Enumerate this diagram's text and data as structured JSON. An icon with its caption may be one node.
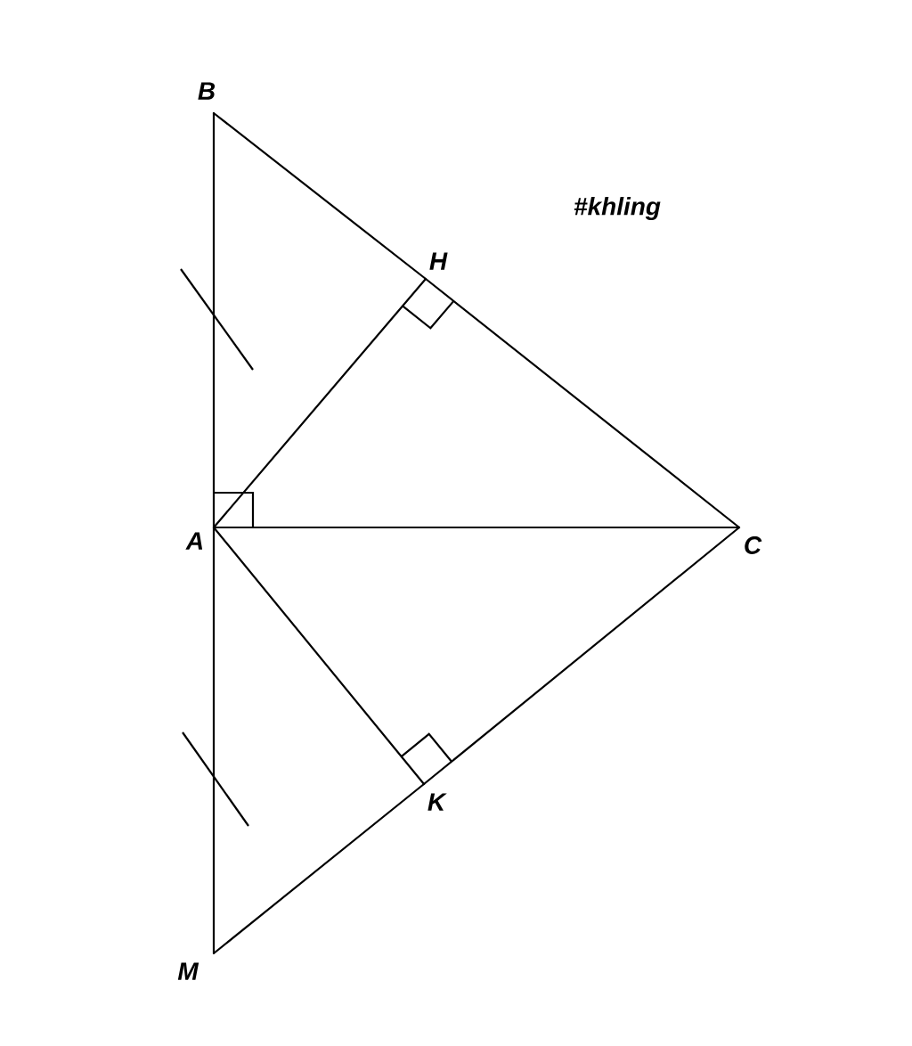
{
  "diagram": {
    "nodes": [
      {
        "text": [
          "B"
        ]
      },
      {
        "text": [
          "H"
        ]
      },
      {
        "text": [
          "A"
        ]
      },
      {
        "text": [
          "C"
        ]
      },
      {
        "text": [
          "K"
        ]
      },
      {
        "text": [
          "M"
        ]
      }
    ],
    "edges": [
      {
        "from": 0,
        "to": 2,
        "arrow": "none"
      },
      {
        "from": 2,
        "to": 5,
        "arrow": "none"
      },
      {
        "from": 0,
        "to": 1,
        "arrow": "none"
      },
      {
        "from": 1,
        "to": 3,
        "arrow": "none"
      },
      {
        "from": 2,
        "to": 1,
        "arrow": "none"
      },
      {
        "from": 2,
        "to": 3,
        "arrow": "none"
      },
      {
        "from": 2,
        "to": 4,
        "arrow": "none"
      },
      {
        "from": 3,
        "to": 4,
        "arrow": "none"
      },
      {
        "from": 4,
        "to": 5,
        "arrow": "none"
      }
    ],
    "labels": [
      "#khling"
    ]
  }
}
